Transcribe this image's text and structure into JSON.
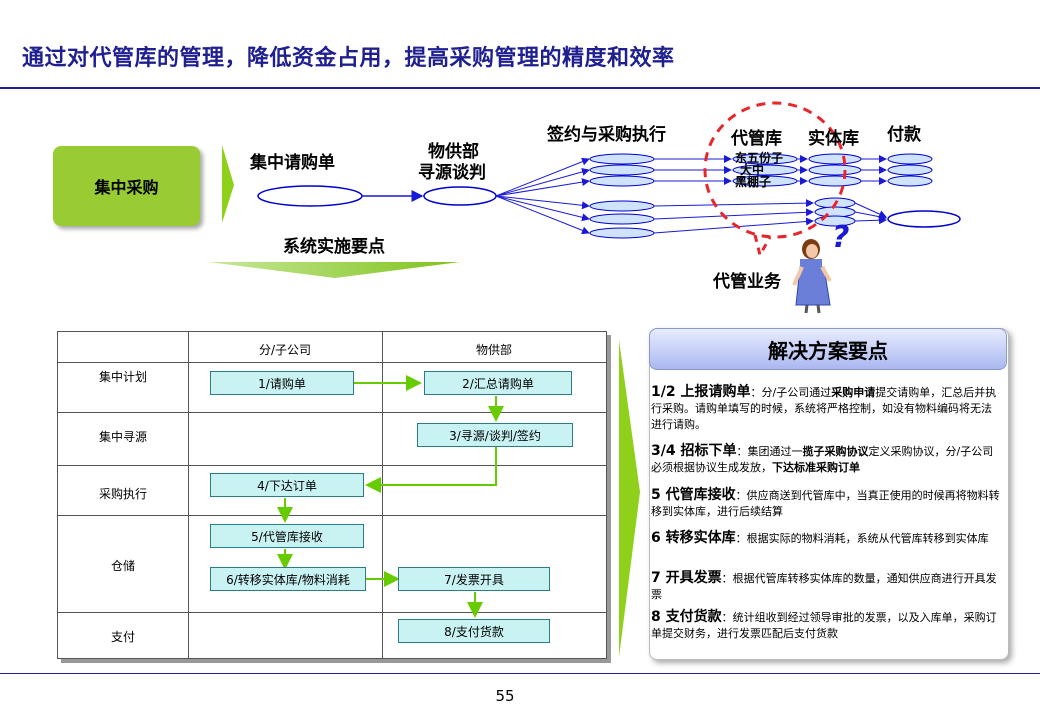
{
  "title": "通过对代管库的管理，降低资金占用，提高采购管理的精度和效率",
  "page_number": "55",
  "top_diagram": {
    "central_box": "集中采购",
    "request_label": "集中请购单",
    "dept_label_1": "物供部",
    "dept_label_2": "寻源谈判",
    "sign_label": "签约与采购执行",
    "consign_label": "代管库",
    "physical_label": "实体库",
    "payment_label": "付款",
    "suppliers": [
      "东五份子",
      "大中",
      "黑棚子"
    ],
    "system_points_label": "系统实施要点",
    "consign_business_label": "代管业务",
    "question_mark": "?"
  },
  "process_table": {
    "columns": [
      "分/子公司",
      "物供部"
    ],
    "rows": [
      "集中计划",
      "集中寻源",
      "采购执行",
      "仓储",
      "支付"
    ],
    "steps": {
      "s1": "1/请购单",
      "s2": "2/汇总请购单",
      "s3": "3/寻源/谈判/签约",
      "s4": "4/下达订单",
      "s5": "5/代管库接收",
      "s6": "6/转移实体库/物料消耗",
      "s7": "7/发票开具",
      "s8": "8/支付货款"
    }
  },
  "solution": {
    "heading": "解决方案要点",
    "items": [
      {
        "head": "1/2 上报请购单",
        "body_1": "：分/子公司通过",
        "bold_1": "采购申请",
        "body_2": "提交请购单，汇总后并执行采购。请购单填写的时候，系统将严格控制，如没有物料编码将无法进行请购。"
      },
      {
        "head": "3/4 招标下单",
        "body_1": "：集团通过一",
        "bold_1": "揽子采购协议",
        "body_2": "定义采购协议，分/子公司必须根据协议生成发放，",
        "bold_2": "下达标准采购订单"
      },
      {
        "head": "5 代管库接收",
        "body_1": "：供应商送到代管库中，当真正使用的时候再将物料转移到实体库，进行后续结算"
      },
      {
        "head": "6 转移实体库",
        "body_1": "：根据实际的物料消耗，系统从代管库转移到实体库"
      },
      {
        "head": "7 开具发票",
        "body_1": "：根据代管库转移实体库的数量，通知供应商进行开具发票"
      },
      {
        "head": "8 支付货款",
        "body_1": "：统计组收到经过领导审批的发票，以及入库单，采购订单提交财务，进行发票匹配后支付货款"
      }
    ]
  },
  "colors": {
    "title": "#1f1f8f",
    "green": "#99cc33",
    "arrow_green": "#66cc00",
    "node_blue": "#0000cc",
    "step_fill": "#c9f2f2",
    "dashed_red": "#e8252a"
  }
}
